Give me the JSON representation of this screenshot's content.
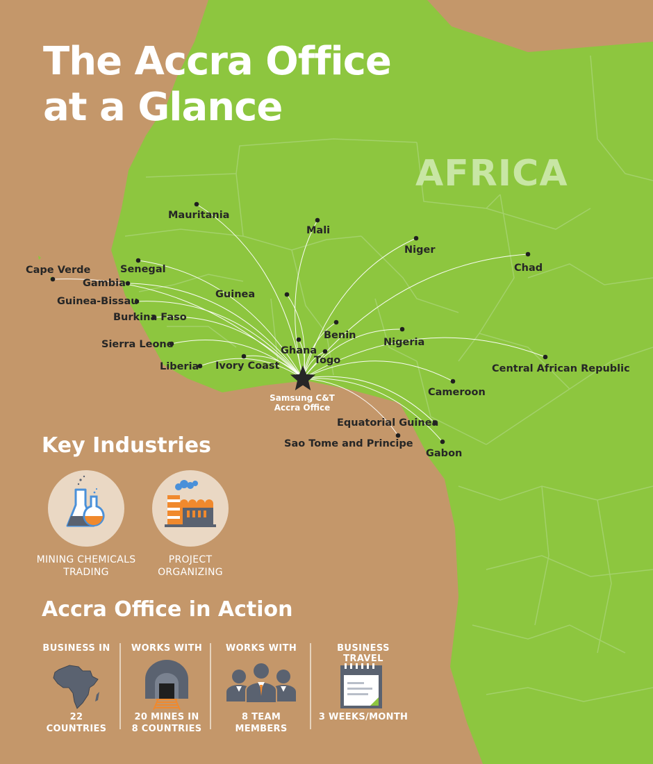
{
  "title": {
    "line1": "The Accra Office",
    "line2": "at a Glance"
  },
  "continent_label": "AFRICA",
  "office": {
    "line1": "Samsung C&T",
    "line2": "Accra Office"
  },
  "countries": [
    "Mauritania",
    "Mali",
    "Niger",
    "Chad",
    "Cape Verde",
    "Senegal",
    "Gambia",
    "Guinea-Bissau",
    "Burkina Faso",
    "Guinea",
    "Benin",
    "Nigeria",
    "Sierra Leone",
    "Ghana",
    "Togo",
    "Liberia",
    "Ivory Coast",
    "Central African Republic",
    "Cameroon",
    "Equatorial Guinea",
    "Sao Tome and Principe",
    "Gabon"
  ],
  "key_industries": {
    "title": "Key Industries",
    "items": [
      {
        "icon": "chemistry-flask-icon",
        "line1": "MINING CHEMICALS",
        "line2": "TRADING"
      },
      {
        "icon": "factory-icon",
        "line1": "PROJECT",
        "line2": "ORGANIZING"
      }
    ]
  },
  "in_action": {
    "title": "Accra Office in Action",
    "stats": [
      {
        "heading": "BUSINESS IN",
        "icon": "africa-map-icon",
        "line1": "22 COUNTRIES",
        "line2": ""
      },
      {
        "heading": "WORKS WITH",
        "icon": "mine-tunnel-icon",
        "line1": "20 MINES IN",
        "line2": "8 COUNTRIES"
      },
      {
        "heading": "WORKS WITH",
        "icon": "team-members-icon",
        "line1": "8 TEAM MEMBERS",
        "line2": ""
      },
      {
        "heading": "BUSINESS TRAVEL",
        "icon": "calendar-icon",
        "line1": "3 WEEKS/MONTH",
        "line2": ""
      }
    ]
  },
  "colors": {
    "land": "#8dc63f",
    "background": "#c4976a",
    "borders": "#a3d16a",
    "text_dark": "#262626",
    "text_light": "#ffffff",
    "icon_gray": "#5a6270",
    "icon_orange": "#f0892d",
    "icon_blue": "#4a90d9"
  }
}
